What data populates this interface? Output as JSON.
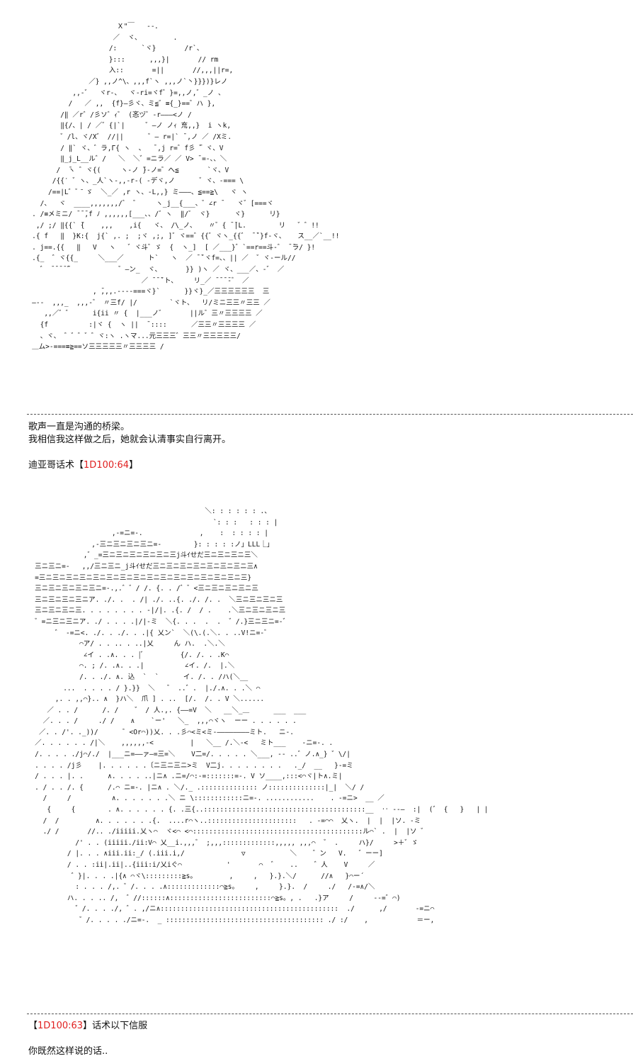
{
  "artwork_top": {
    "lines": [
      "                        Ｘ\"￣   ‐-．    ",
      "                       ／  ヾ、        ．",
      "                      /:      `ヾ}       /r`、",
      "                      }:::      ,,,}|       // rm",
      "                      入::       =||       //,,,||r=,",
      "                 ／} ,,ノ^\\、,,,f`ヽ ,,,ノ`丶}}})}レノ",
      "             ,,-゛  ヾr-、  ヾ‐ri=ヾf゛}=,,ノ,゛_ノ 、",
      "            /   ／ ,,  {f}―彡ヾ、ミ≦゛≡{_}==゛ハ },",
      "          /‖ ／r゛/彡ソ゛ｨ゛ (忞ヅ゛‐r―――<ノ /",
      "          ‖{/、| / ／゛{|`|     ゛―ノ ノｨ 㐬,,}  i ヽk,",
      "          ゛/l、ヾ/X゛ //||      ゛― r=|` ̄ ,ノ ／ /Xミ.",
      "          / ‖` ヾ、゛ラ,Γ{ ヽ  、  ̄ ,j r=゛f彡 ̄゛ヾ、V",
      "          ‖_j_L__ル゛/   ＼  ＼゛=ニラ／ ／ V> ̄ =-、、＼",
      "         /  ̄ヽ ゛ヾ{(     ヽ‐ノ ̄}‐ノ=゛へ≦       `ヾ、V",
      "        /{{′ ゛ヽ、_人`ヽ‐,,-r-( ‐デヾ,ノ      ゛ヾ、-=== \\",
      "       /==|L゛゛̄ ゞ  ＼_／ ,r ヽ、-L,,} ミ―――、≦==≧\\   ヾ ヽ",
      "     /、  ヾ  ____,,,,,,,/゛ ゛    ヽ_j__{___、゛∠r ̄    ヾ゛[===ヾ",
      "   . /≡メミニ/ ̄ ̄ ̄,f ﾉ ,,,,,,[___、、/゛ヽ  ‖/゛ ヾ}      ヾ}      リ}",
      "    ,/ ;/ ‖{{` ̄{    ,,,    ,i{   ヾ、 /\\_ノ、   〃゛{ ̄ ̄|L.        リ   ゛゛!!",
      "   .{ f   ‖  }K:{  j{` ,. ;  ;ヾ ,;, ]゛ヾ==゛{{゛ヾヽ_{{゛ ̄ ̄`}f‐ヾ、   ス__／`__!!",
      "   . j==.{{   ‖   V   ヽ   ゛ヾ斗゛ゞ  {  ヽ_]  [ ／___}゛`==r==斗‐゛ ̄ ̄ラ/ }!",
      "   .{_  ゛ヾ{{_     ＼___／      ト`   ヽ  ／ ̄ ̄`ヾf=、、|| ／  ゛ヾ‐ール//",
      "     ゛ ̄ ̄ ̄ ̄ ̄゛           ゛―ン_  ヾ、      }} )ヽ ／ ヾ、___／、‐゛ ／",
      "                              ／ ̄ ̄ ̄`ト、    リ_／ ̄ ̄ ̄ ̄‐゛ ／",
      "                  , ̄,,,.-‐‐-===ヾ}`      }}ヾ}_／三三三三三三  三",
      "   ―‐‐  ,,,_  ,,,‐゛ 〃三f/ |/        `ヾト、  リ/ミニ三三〃三三 ／",
      "      ,,／゛゛     i{ii 〃 {  |___ノ゛      ||ル゛三〃三三三三 ／",
      "     {f          :|ヾ {  ヽ ||  ̄ ::::      ／三三〃三三三三 ／",
      "     、ヾ、 ゛゛゛゛゛ヾ:ヽ .ヽマ...元三三三゛三三〃三三三三三/",
      "   ＿ム>‐===≡≧==ソ三三三三三〃三三三三 /"
    ]
  },
  "text_block_1": {
    "line1": "歌声一直是沟通的桥梁。",
    "line2": "我相信我这样做之后，她就会认清事实自行离开。",
    "roll_label": "迪亚哥话术",
    "roll_open": "【",
    "roll_value": "1D100:64",
    "roll_close": "】"
  },
  "artwork_bottom": {
    "lines": [
      "                                             ＼: : : : : : .、",
      "                                               `: : :   : : : |",
      "                      ,-=ニ=-.              ,    :  : : : : |",
      "                 ,-三ニ三ニ三ニ三ニ=-        }: : : : :ノ」LLL⎿」",
      "               ,゛_=三ニ三ニ三ニ三ニ三ニ三j斗ｲせだ三ニ三ニ三ニ三＼",
      "   三ニ三ニ=-   ,,/三ニ三ニ_j斗ｲせだ三ニ三ニ三ニ三ニ三ニ三ニ三ニ三∧",
      "   =三ニ三ニ三ニ三ニ三ニ三ニ三ニ三ニ三ニ三ニ三ニ三ニ三ニ三ニ三ニ三}",
      "   三ニ三ニ三ニ三ニ三ニ=-.,.゛゛/ /. {. . /゛゛<三ニ三ニ三ニ三ニ三",
      "   三ニ三ニ三ニ三ニア. ./. .  . /| ./. ..{. ./. /. .  ＼三ニ三ニ三ニ三",
      "   三ニ三ニ三ニ三. . . . . . . . -|/|. .{. /  / .    .＼三ニ三ニ三ニ三",
      "   ゛=ニ三ニ三ニア. ./ . . . .|/|‐ミ  ＼{. . .  .  .  ゛/.}三ニ三ニ=-゛",
      "        ゛ -=ニ<. ./. . ./. . .|{ 乂ン`  ＼(\\.(.＼. . ..V!ニ=-゛",
      "              ⌒ア/ . . .. . ..|乂     ん ハ.  .＼.＼",
      "               ∠イ . .∧. . . |ﾞ         {/. /. . .K⌒",
      "              ⌒. ; /. .∧. . .|          ∠イ. /.  |.＼",
      "              /. . ./. ∧. 込  `  `      イ. /. . /ハ(＼__",
      "          ...  . . . . / }.}}  ＼   ゛ ..゛.  |./.∧. . .＼ ⌒",
      "        ,. . ,,⌒}.. ∧  }ハ＼  爪 ] . ..  [/.  /. . V ＼......",
      "      ／ . . /      /. /    ゛ / 人.,. {――=V  ＼   __＼_＿      ___  ___",
      "     ／. . . /     ./ /    ∧    `ー'   ＼_  ,,,⌒ヾヽ  ーー . . . . . .",
      "    ／. . /'. ._))/      ゛<Or⌒))乂. . .彡⌒<ミ<ミ‐――――――――ミト.   ニ‐.",
      "   ／. . . . . . /|＼    ,,,,,,-<         |   ＼__ /.＼-<   ミト___    -ニ=-. .",
      "   /. . . . ./j⌒/./  |___ニ=――ァ―=三=＼    V二=/. . . . . ＼___, -‐ ..゛ノ.∧_} ゛\\/|",
      "   . . . . /j彡    |. . . . . .〔ニ三ニ三ニ>ミ  V二j. . . . . . . .   ._/  __   }‐=ミ",
      "   / . . . |. .      ∧. . . . ..|ニ∧ .ニ=/⌒:-=:::::::=-. V ソ____,:::<⌒ヾ|ト∧.ミ|",
      "   . / . . /. {      /.⌒ ニ=-. |ニ∧ . ＼/._ .:::::::::::::: ノ::::::::::::::|_|  ＼/ /",
      "     /     /          ∧. . . . . . .＼ ニ \\::::::::::::ニ=-. ............    . -=ニ>  __ ／",
      "      {     {        . ∧. . . . . . {. .三{..::::::::::::::::::::::::::::::::::::::::__  ‥ -‐―  :|  (゛ {   }   | |",
      "     /  /         ∧. . . . . . .{.  ....r⌒ヽ..::::::::::::::::::::::   . -=⌒⌒  乂ヽ.  |  |  |ソ. ‐ミ",
      "     ./ /       //.. ./iiiii.乂ヽ⌒  ヾ<⌒ <⌒::::::::::::::::::::::::::::::::::::::::::ル⌒` .  |  |ソ ゛",
      "             /' . . (iiiii./ii:V⌒ 乂__i.,,,゛ ;,,,:::::::::::::,,,,, ,,,⌒  ゛ .     ハ}/     >＋゛ゞ",
      "           / |. . . ∧iii.ii:_/ (.iii.i,/              ▽           ＼    ゛ン   V.   ゛ーー]",
      "           / . . :ii|.ii|..{iii:i/乂iぐ⌒           '       ⌒  ゛   ..    ゛人    V     ／",
      "            ゛}|. . . .|{∧ ⌒ヾ\\:::::::::≧s。        ,     ,   }.}.＼/      //∧   }⌒ー´",
      "             : . . . /,. ゛/. . . .∧:::::::::::::⌒≧s。    ,     }.}.  /     ./   /‐=∧/＼",
      "           ハ. . . .. /,  ゛//::::::∧:::::::::::::::::::::::::⌒≧s。, .   .}ア     /     ‐‐=゛⌒)",
      "             ゛/. . . ./, ゛. ,/ニ∧::::::::::::::::::::::::::::::::::::::::::::  ./      ,/       -=ニ⌒",
      "              ゛/. . . . ./ニ=-.  _ ::::::::::::::::::::::::::::::::::::::: ./ :/    ,            ＝ー,"
    ]
  },
  "text_block_2": {
    "roll_open": "【",
    "roll_value": "1D100:63",
    "roll_close": "】",
    "roll_label": "话术以下信服",
    "line3": "你既然这样说的话.."
  },
  "colors": {
    "background": "#ffffff",
    "text": "#111111",
    "dice_value": "#e02020",
    "separator": "#555555"
  }
}
